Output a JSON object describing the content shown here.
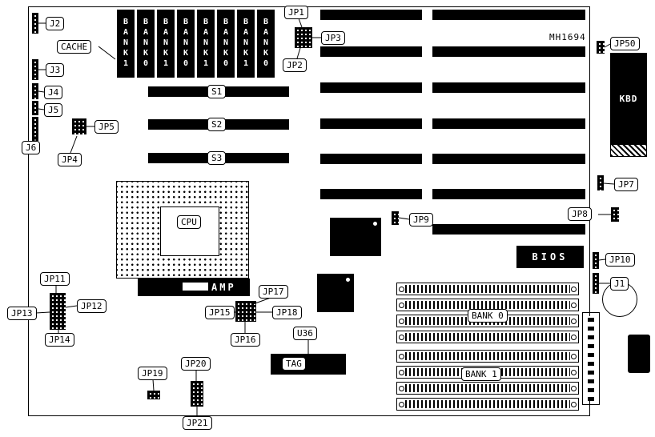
{
  "labels": {
    "j1": "J1",
    "j2": "J2",
    "j3": "J3",
    "j4": "J4",
    "j5": "J5",
    "j6": "J6",
    "jp1": "JP1",
    "jp2": "JP2",
    "jp3": "JP3",
    "jp4": "JP4",
    "jp5": "JP5",
    "jp7": "JP7",
    "jp8": "JP8",
    "jp9": "JP9",
    "jp10": "JP10",
    "jp11": "JP11",
    "jp12": "JP12",
    "jp13": "JP13",
    "jp14": "JP14",
    "jp15": "JP15",
    "jp16": "JP16",
    "jp17": "JP17",
    "jp18": "JP18",
    "jp19": "JP19",
    "jp20": "JP20",
    "jp21": "JP21",
    "jp50": "JP50",
    "cache": "CACHE",
    "cpu": "CPU",
    "amp": "AMP",
    "kbd": "KBD",
    "bios": "BIOS",
    "tag": "TAG",
    "u36": "U36",
    "bank0": "BANK 0",
    "bank1": "BANK 1",
    "s1": "S1",
    "s2": "S2",
    "s3": "S3",
    "board_id": "MH1694"
  },
  "cache_chips": [
    "B\nA\nN\nK\n1",
    "B\nA\nN\nK\n0",
    "B\nA\nN\nK\n1",
    "B\nA\nN\nK\n0",
    "B\nA\nN\nK\n1",
    "B\nA\nN\nK\n0",
    "B\nA\nN\nK\n1",
    "B\nA\nN\nK\n0"
  ]
}
